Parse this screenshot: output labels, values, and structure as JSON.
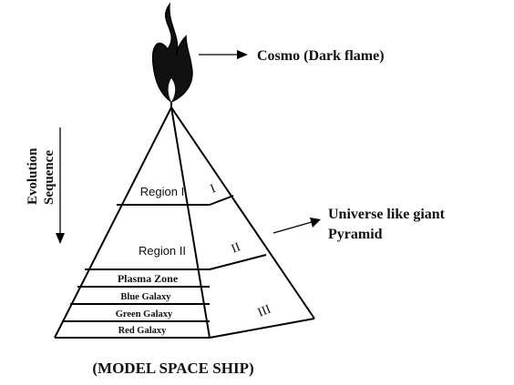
{
  "cosmo_label": "Cosmo (Dark flame)",
  "universe_label_line1": "Universe like giant",
  "universe_label_line2": "Pyramid",
  "evolution_line1": "Evolution",
  "evolution_line2": "Sequence",
  "front_regions": {
    "region_1": "Region I",
    "region_2": "Region II",
    "plasma_zone": "Plasma Zone",
    "blue_galaxy": "Blue Galaxy",
    "green_galaxy": "Green Galaxy",
    "red_galaxy": "Red Galaxy"
  },
  "side_faces": {
    "face_1": "I",
    "face_2": "II",
    "face_3": "III"
  },
  "caption": "(MODEL SPACE SHIP)",
  "colors": {
    "ink": "#000000",
    "flame": "#111111",
    "background": "#ffffff"
  }
}
